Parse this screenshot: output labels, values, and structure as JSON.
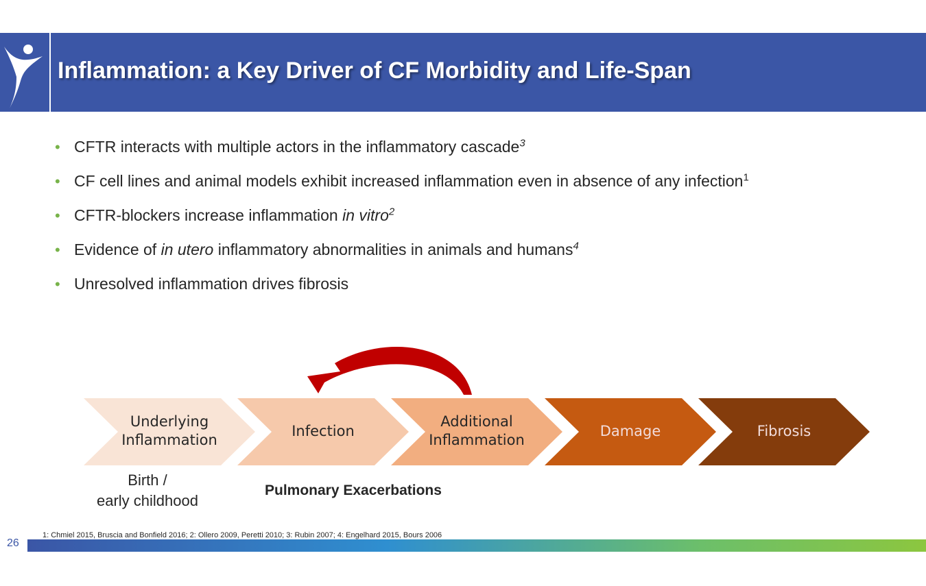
{
  "header": {
    "title": "Inflammation: a Key Driver of CF Morbidity and Life-Span",
    "logo_icon": "human-figure-logo-icon",
    "bg_color": "#3b56a6"
  },
  "bullets": [
    {
      "pre": "CFTR interacts with multiple actors in the inflammatory cascade",
      "italic": "",
      "post": "",
      "sup": "3",
      "sup_italic": true
    },
    {
      "pre": "CF cell lines and animal models exhibit increased inflammation even in absence of any infection",
      "italic": "",
      "post": "",
      "sup": "1",
      "sup_italic": false
    },
    {
      "pre": "CFTR-blockers increase inflammation ",
      "italic": "in vitro",
      "post": "",
      "sup": "2",
      "sup_italic": true
    },
    {
      "pre": "Evidence of ",
      "italic": "in utero",
      "post": " inflammatory abnormalities in animals and humans",
      "sup": "4",
      "sup_italic": true
    },
    {
      "pre": "Unresolved inflammation drives fibrosis",
      "italic": "",
      "post": "",
      "sup": "",
      "sup_italic": false
    }
  ],
  "flow": {
    "stages": [
      {
        "line1": "Underlying",
        "line2": "Inflammation",
        "color": "#f9e4d6",
        "text_color": "#262626"
      },
      {
        "line1": "Infection",
        "line2": "",
        "color": "#f6c9ab",
        "text_color": "#262626"
      },
      {
        "line1": "Additional",
        "line2": "Inflammation",
        "color": "#f2ae80",
        "text_color": "#262626"
      },
      {
        "line1": "Damage",
        "line2": "",
        "color": "#c55a11",
        "text_color": "#f2dcdb"
      },
      {
        "line1": "Fibrosis",
        "line2": "",
        "color": "#843c0c",
        "text_color": "#f2dcdb"
      }
    ],
    "arrow_color": "#c00000"
  },
  "below": {
    "birth_line1": "Birth /",
    "birth_line2": "early childhood",
    "pulmonary": "Pulmonary Exacerbations"
  },
  "references": "1: Chmiel  2015, Bruscia and Bonfield 2016; 2: Ollero 2009, Peretti  2010; 3: Rubin 2007; 4: Engelhard 2015, Bours 2006",
  "page_number": "26"
}
